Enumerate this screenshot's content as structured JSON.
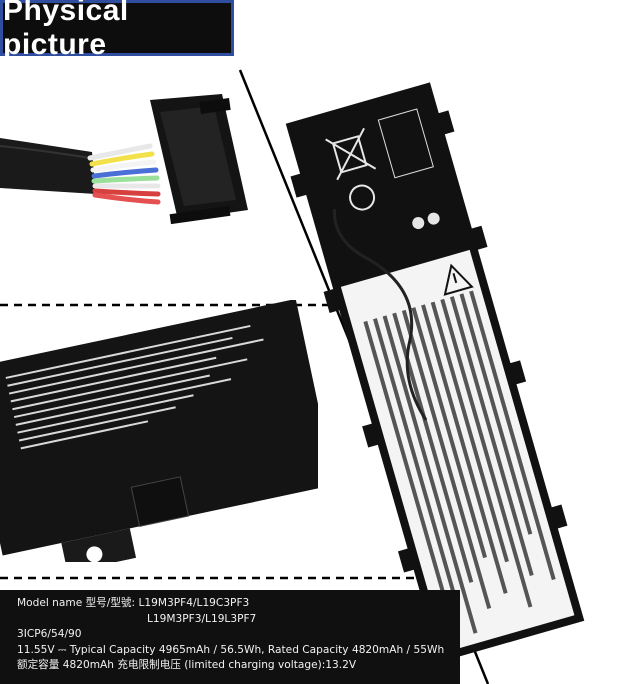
{
  "title": "Physical picture",
  "specs": {
    "model_label": "Model name 型号/型號:",
    "models_line1": "L19M3PF4/L19C3PF3",
    "models_line2": "L19M3PF3/L19L3PF7",
    "cell_config": "3ICP6/54/90",
    "voltage": "11.55V",
    "typical_capacity": "Typical Capacity 4965mAh / 56.5Wh, Rated Capacity 4820mAh / 55Wh",
    "rated_label": "额定容量",
    "rated_value": "4820mAh",
    "charging_label": "充电限制电压 (limited charging voltage):13.2V"
  },
  "colors": {
    "background": "#ffffff",
    "badge_bg": "#0d0d0d",
    "badge_border": "#2f4ea0",
    "battery_body": "#111111",
    "label_white": "#f4f4f4"
  },
  "icons": [
    "wheelie-bin-crossed-icon",
    "recycle-icon",
    "ce-mark-icon",
    "warning-triangle-icon"
  ]
}
